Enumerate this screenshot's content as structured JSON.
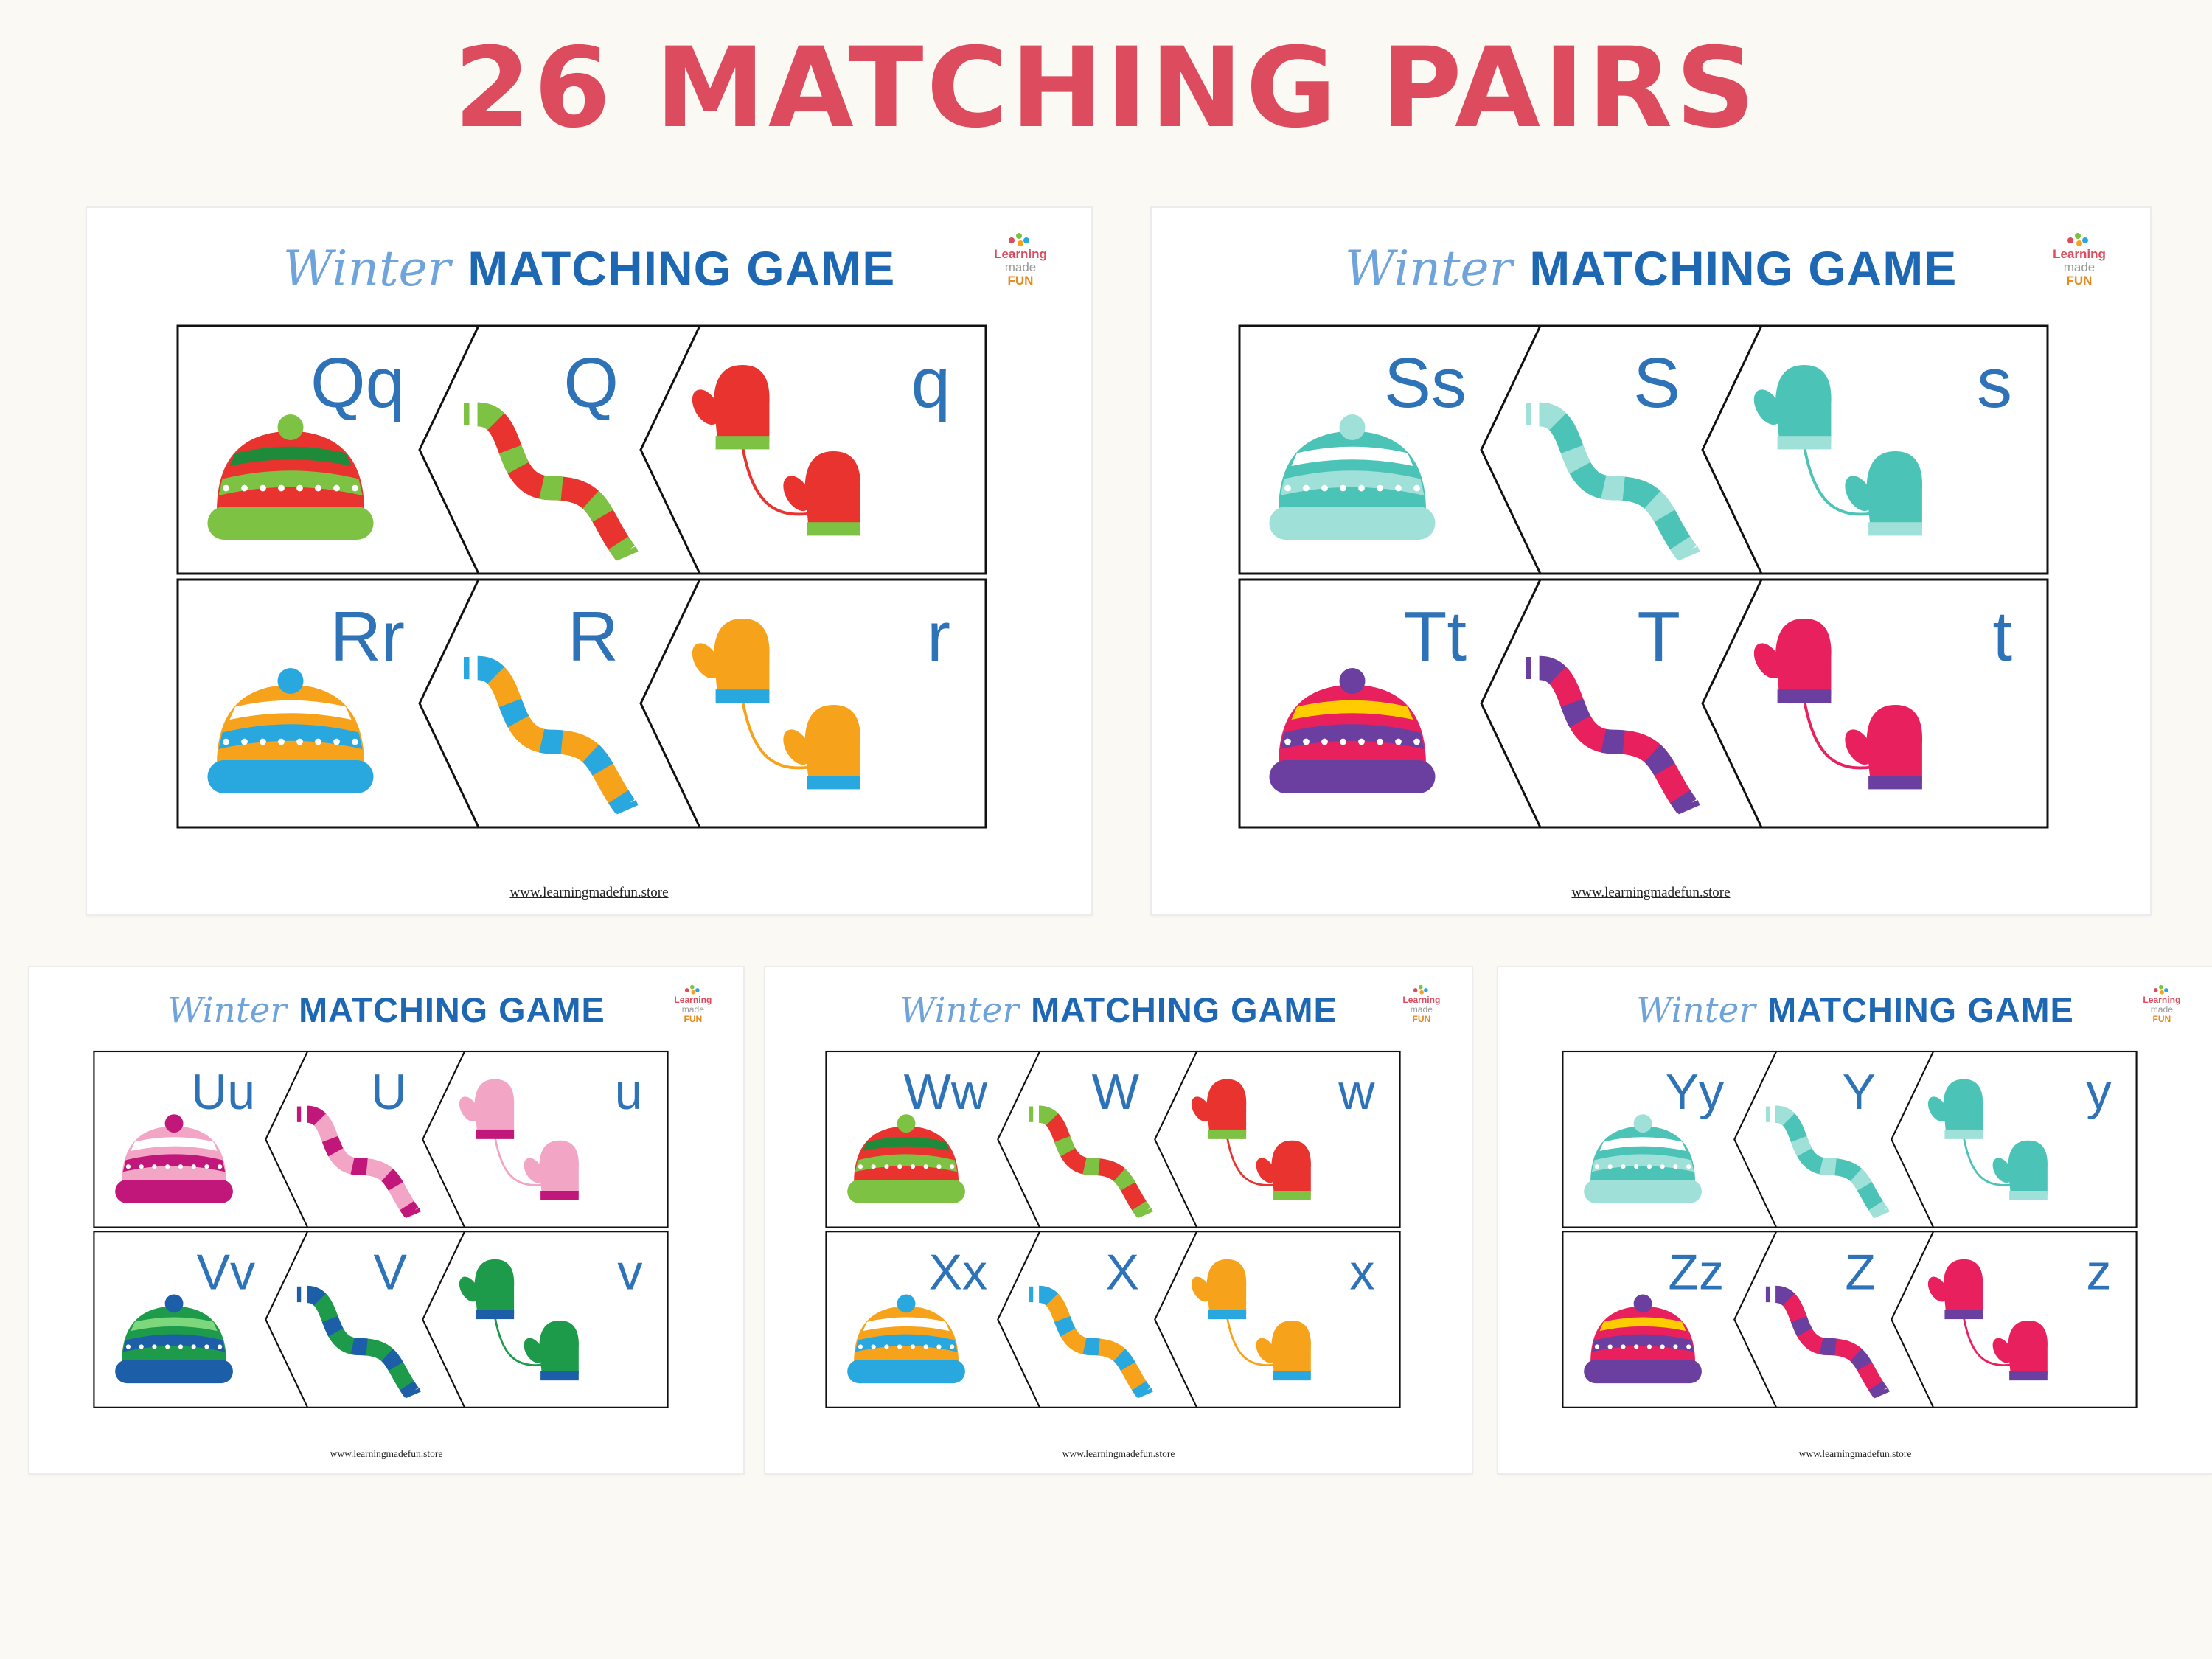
{
  "heading": "26 MATCHING PAIRS",
  "header": {
    "winter": "Winter",
    "game": "MATCHING GAME"
  },
  "logo": {
    "line1": "Learning",
    "line2": "made",
    "line3": "FUN"
  },
  "footer": "www.learningmadefun.store",
  "colors": {
    "heading": "#dd4c5e",
    "letters": "#2e72b8",
    "winter": "#6fa3db",
    "game": "#1e67b3"
  },
  "sheets": [
    {
      "rows": [
        {
          "pair": "Qq",
          "upper": "Q",
          "lower": "q",
          "colors": [
            "#e8332f",
            "#7dc242",
            "#1e8a3a"
          ]
        },
        {
          "pair": "Rr",
          "upper": "R",
          "lower": "r",
          "colors": [
            "#f7a21b",
            "#29a8e0",
            "#ffffff"
          ]
        }
      ]
    },
    {
      "rows": [
        {
          "pair": "Ss",
          "upper": "S",
          "lower": "s",
          "colors": [
            "#4cc3b7",
            "#9fe0d8",
            "#ffffff"
          ]
        },
        {
          "pair": "Tt",
          "upper": "T",
          "lower": "t",
          "colors": [
            "#e8205d",
            "#6a3fa0",
            "#ffcc00"
          ]
        }
      ]
    },
    {
      "rows": [
        {
          "pair": "Uu",
          "upper": "U",
          "lower": "u",
          "colors": [
            "#f2a5c4",
            "#c2177a",
            "#ffffff"
          ]
        },
        {
          "pair": "Vv",
          "upper": "V",
          "lower": "v",
          "colors": [
            "#1d9a4a",
            "#1d5ea8",
            "#7dd87d"
          ]
        }
      ]
    },
    {
      "rows": [
        {
          "pair": "Ww",
          "upper": "W",
          "lower": "w",
          "colors": [
            "#e8332f",
            "#7dc242",
            "#1e8a3a"
          ]
        },
        {
          "pair": "Xx",
          "upper": "X",
          "lower": "x",
          "colors": [
            "#f7a21b",
            "#29a8e0",
            "#ffffff"
          ]
        }
      ]
    },
    {
      "rows": [
        {
          "pair": "Yy",
          "upper": "Y",
          "lower": "y",
          "colors": [
            "#4cc3b7",
            "#9fe0d8",
            "#ffffff"
          ]
        },
        {
          "pair": "Zz",
          "upper": "Z",
          "lower": "z",
          "colors": [
            "#e8205d",
            "#6a3fa0",
            "#ffcc00"
          ]
        }
      ]
    }
  ]
}
